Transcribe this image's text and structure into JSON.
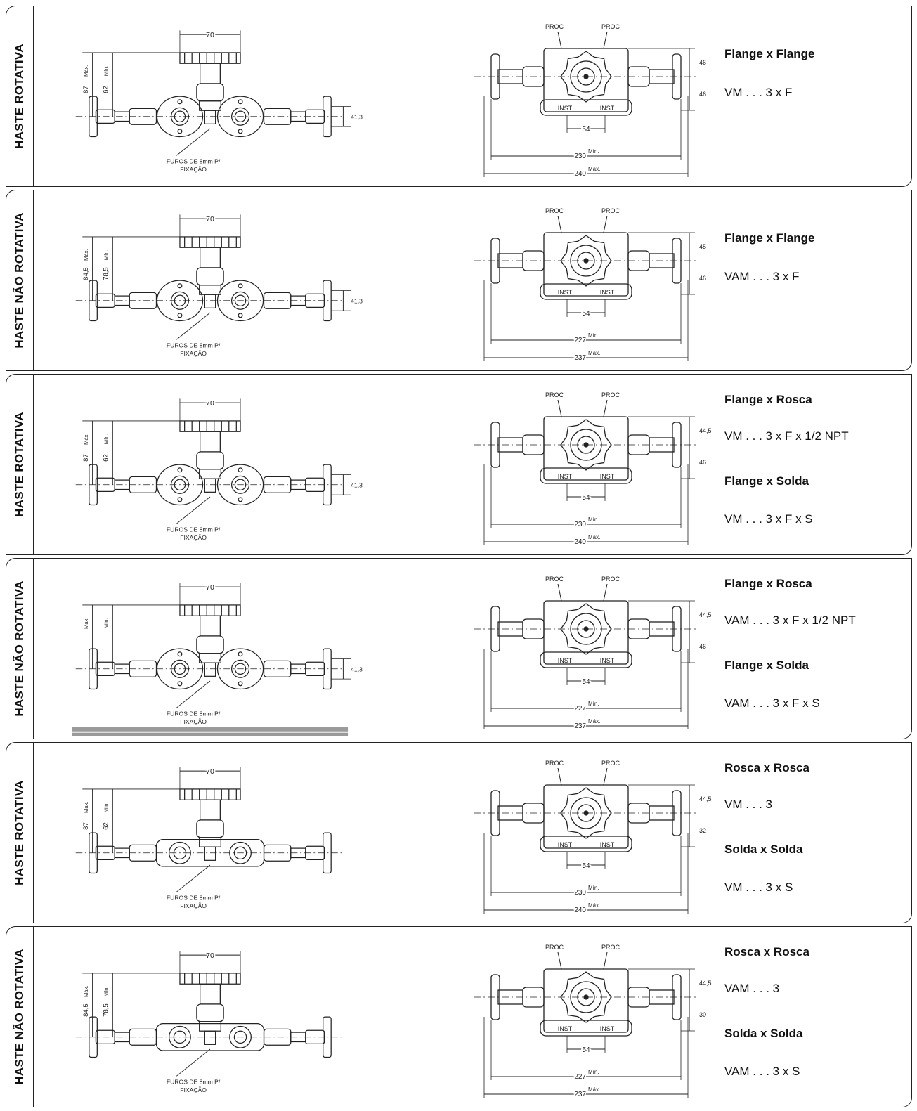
{
  "rows": [
    {
      "side_label": "HASTE ROTATIVA",
      "specs": [
        {
          "title": "Flange x Flange",
          "code": "VM . . . 3 x F"
        }
      ],
      "front": {
        "dim_top": "70",
        "dim_a": "87",
        "dim_a_unit": "Máx.",
        "dim_b": "62",
        "dim_b_unit": "Mín.",
        "dim_c": "41,3",
        "note_line1": "FUROS DE 8mm P/",
        "note_line2": "FIXAÇÃO",
        "flanged": true
      },
      "top": {
        "proc_l": "PROC",
        "proc_r": "PROC",
        "inst_l": "INST",
        "inst_r": "INST",
        "dim_r1": "46",
        "dim_r2": "46",
        "dim_mid": "54",
        "dim_min": "230",
        "dim_min_unit": "Mín.",
        "dim_max": "240",
        "dim_max_unit": "Máx."
      }
    },
    {
      "side_label": "HASTE  NÃO ROTATIVA",
      "specs": [
        {
          "title": "Flange x Flange",
          "code": "VAM . . . 3 x F"
        }
      ],
      "front": {
        "dim_top": "70",
        "dim_a": "84,5",
        "dim_a_unit": "Máx.",
        "dim_b": "78,5",
        "dim_b_unit": "Mín.",
        "dim_c": "41,3",
        "note_line1": "FUROS DE 8mm P/",
        "note_line2": "FIXAÇÃO",
        "flanged": true
      },
      "top": {
        "proc_l": "PROC",
        "proc_r": "PROC",
        "inst_l": "INST",
        "inst_r": "INST",
        "dim_r1": "45",
        "dim_r2": "46",
        "dim_mid": "54",
        "dim_min": "227",
        "dim_min_unit": "Mín.",
        "dim_max": "237",
        "dim_max_unit": "Máx."
      }
    },
    {
      "side_label": "HASTE ROTATIVA",
      "specs": [
        {
          "title": "Flange x Rosca",
          "code": "VM . . . 3 x F x 1/2 NPT"
        },
        {
          "title": "Flange x Solda",
          "code": "VM . . . 3 x F x S"
        }
      ],
      "front": {
        "dim_top": "70",
        "dim_a": "87",
        "dim_a_unit": "Máx.",
        "dim_b": "62",
        "dim_b_unit": "Mín.",
        "dim_c": "41,3",
        "note_line1": "FUROS DE 8mm P/",
        "note_line2": "FIXAÇÃO",
        "flanged": true
      },
      "top": {
        "proc_l": "PROC",
        "proc_r": "PROC",
        "inst_l": "INST",
        "inst_r": "INST",
        "dim_r1": "44,5",
        "dim_r2": "46",
        "dim_mid": "54",
        "dim_min": "230",
        "dim_min_unit": "Mín.",
        "dim_max": "240",
        "dim_max_unit": "Máx."
      }
    },
    {
      "side_label": "HASTE  NÃO ROTATIVA",
      "specs": [
        {
          "title": "Flange x Rosca",
          "code": "VAM . . . 3 x F x 1/2 NPT"
        },
        {
          "title": "Flange x Solda",
          "code": "VAM . . . 3 x F x S"
        }
      ],
      "front": {
        "dim_top": "70",
        "dim_a": "",
        "dim_a_unit": "Máx.",
        "dim_b": "",
        "dim_b_unit": "Mín.",
        "dim_c": "41,3",
        "note_line1": "FUROS DE 8mm P/",
        "note_line2": "FIXAÇÃO",
        "flanged": true
      },
      "top": {
        "proc_l": "PROC",
        "proc_r": "PROC",
        "inst_l": "INST",
        "inst_r": "INST",
        "dim_r1": "44,5",
        "dim_r2": "46",
        "dim_mid": "54",
        "dim_min": "227",
        "dim_min_unit": "Mín.",
        "dim_max": "237",
        "dim_max_unit": "Máx."
      }
    },
    {
      "side_label": "HASTE ROTATIVA",
      "specs": [
        {
          "title": "Rosca x Rosca",
          "code": "VM . . . 3"
        },
        {
          "title": "Solda x Solda",
          "code": "VM . . . 3 x S"
        }
      ],
      "front": {
        "dim_top": "70",
        "dim_a": "87",
        "dim_a_unit": "Máx.",
        "dim_b": "62",
        "dim_b_unit": "Mín.",
        "dim_c": "",
        "note_line1": "FUROS DE 8mm P/",
        "note_line2": "FIXAÇÃO",
        "flanged": false
      },
      "top": {
        "proc_l": "PROC",
        "proc_r": "PROC",
        "inst_l": "INST",
        "inst_r": "INST",
        "dim_r1": "44,5",
        "dim_r2": "32",
        "dim_mid": "54",
        "dim_min": "230",
        "dim_min_unit": "Mín.",
        "dim_max": "240",
        "dim_max_unit": "Máx."
      }
    },
    {
      "side_label": "HASTE  NÃO ROTATIVA",
      "specs": [
        {
          "title": "Rosca x Rosca",
          "code": "VAM . . . 3"
        },
        {
          "title": "Solda x Solda",
          "code": "VAM . . . 3 x S"
        }
      ],
      "front": {
        "dim_top": "70",
        "dim_a": "84,5",
        "dim_a_unit": "Máx.",
        "dim_b": "78,5",
        "dim_b_unit": "Mín.",
        "dim_c": "",
        "note_line1": "FUROS DE 8mm P/",
        "note_line2": "FIXAÇÃO",
        "flanged": false
      },
      "top": {
        "proc_l": "PROC",
        "proc_r": "PROC",
        "inst_l": "INST",
        "inst_r": "INST",
        "dim_r1": "44,5",
        "dim_r2": "30",
        "dim_mid": "54",
        "dim_min": "227",
        "dim_min_unit": "Mín.",
        "dim_max": "237",
        "dim_max_unit": "Máx."
      }
    }
  ]
}
